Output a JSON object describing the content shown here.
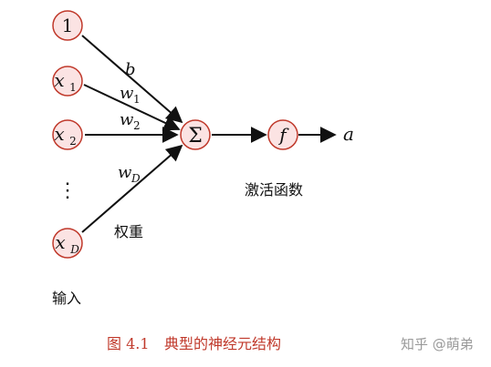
{
  "inputs": {
    "bias": {
      "text": "1"
    },
    "x1": {
      "base": "x",
      "sub": "1"
    },
    "x2": {
      "base": "x",
      "sub": "2"
    },
    "ellipsis": "⋮",
    "xD": {
      "base": "x",
      "sub": "D"
    }
  },
  "weights": {
    "b": "b",
    "w1": {
      "base": "w",
      "sub": "1"
    },
    "w2": {
      "base": "w",
      "sub": "2"
    },
    "wD": {
      "base": "w",
      "sub": "D"
    }
  },
  "sum_node": "Σ",
  "activation_node": "f",
  "output_label": "a",
  "labels": {
    "activation_function": "激活函数",
    "weights": "权重",
    "input": "输入"
  },
  "caption": {
    "figure_number": "图 4.1",
    "title": "典型的神经元结构"
  },
  "watermark": "知乎 @萌弟",
  "colors": {
    "node_fill": "#fbe3e3",
    "node_stroke": "#c0392b",
    "caption": "#c0392b",
    "watermark": "#999999"
  }
}
